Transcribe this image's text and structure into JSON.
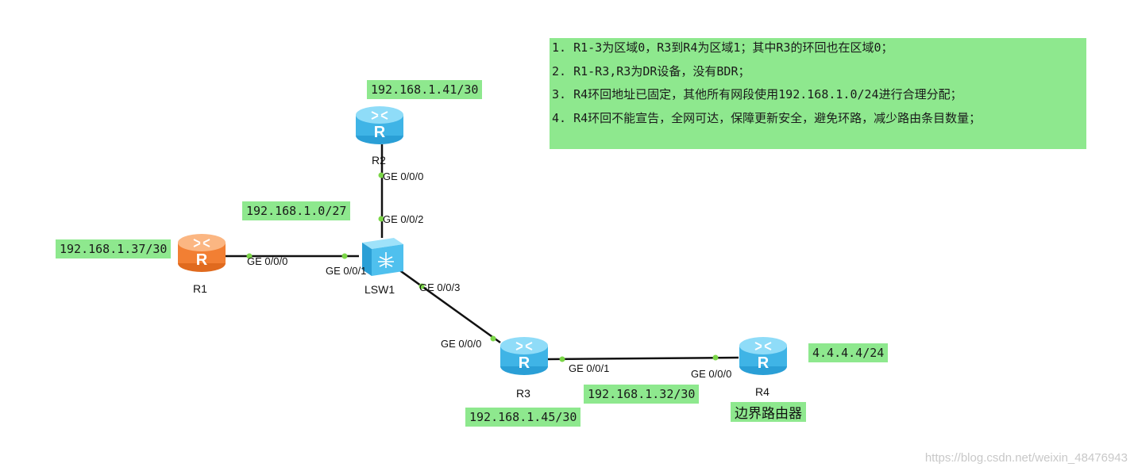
{
  "notes": [
    "1. R1-3为区域0，R3到R4为区域1；其中R3的环回也在区域0；",
    "2. R1-R3,R3为DR设备，没有BDR；",
    "3. R4环回地址已固定，其他所有网段使用192.168.1.0/24进行合理分配；",
    "4. R4环回不能宣告，全网可达，保障更新安全，避免环路，减少路由条目数量；"
  ],
  "subnets": {
    "r2_loopback": "192.168.1.41/30",
    "lan": "192.168.1.0/27",
    "r1_loopback": "192.168.1.37/30",
    "r3_r4_link": "192.168.1.32/30",
    "r3_loopback": "192.168.1.45/30",
    "r4_loopback": "4.4.4.4/24"
  },
  "devices": {
    "r1": "R1",
    "r2": "R2",
    "r3": "R3",
    "r4": "R4",
    "lsw1": "LSW1",
    "r4_role": "边界路由器"
  },
  "ports": {
    "r2_g000": "GE 0/0/0",
    "lsw_g002": "GE 0/0/2",
    "r1_g000": "GE 0/0/0",
    "lsw_g001": "GE 0/0/1",
    "lsw_g003": "GE 0/0/3",
    "r3_g000": "GE 0/0/0",
    "r3_g001": "GE 0/0/1",
    "r4_g000": "GE 0/0/0"
  },
  "colors": {
    "router_blue": "#5cc8f0",
    "router_orange": "#f58a3c",
    "label_green": "#8ee88e",
    "port_dot": "#7bd648"
  },
  "watermark": "https://blog.csdn.net/weixin_48476943"
}
